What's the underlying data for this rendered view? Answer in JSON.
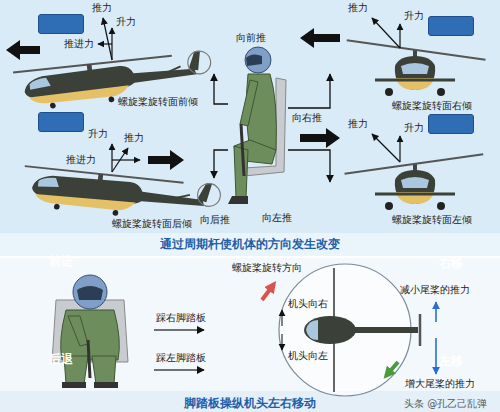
{
  "diagram": {
    "nodes": [
      {
        "text": [
          "通过周期杆使机体的方向发生改变"
        ]
      },
      {
        "text": [
          "前进"
        ],
        "in": 0
      },
      {
        "text": [
          "右移"
        ],
        "in": 0
      },
      {
        "text": [
          "后退"
        ],
        "in": 0
      },
      {
        "text": [
          "左移"
        ],
        "in": 0
      },
      {
        "text": [
          "脚踏板操纵机头左右移动"
        ]
      }
    ],
    "labels": [
      "推力",
      "升力",
      "推进力",
      "螺旋桨旋转面前倾",
      "向前推",
      "推力",
      "升力",
      "螺旋桨旋转面右倾",
      "向右推",
      "升力",
      "推力",
      "推进力",
      "推力",
      "升力",
      "螺旋桨旋转面左倾",
      "螺旋桨旋转面后倾",
      "向后推",
      "向左推",
      "螺旋桨旋转方向",
      "踩右脚踏板",
      "机头向右",
      "减小尾桨的推力",
      "踩左脚踏板",
      "机头向左",
      "增大尾桨的推力",
      "头条 @孔乙己乱弹"
    ]
  }
}
